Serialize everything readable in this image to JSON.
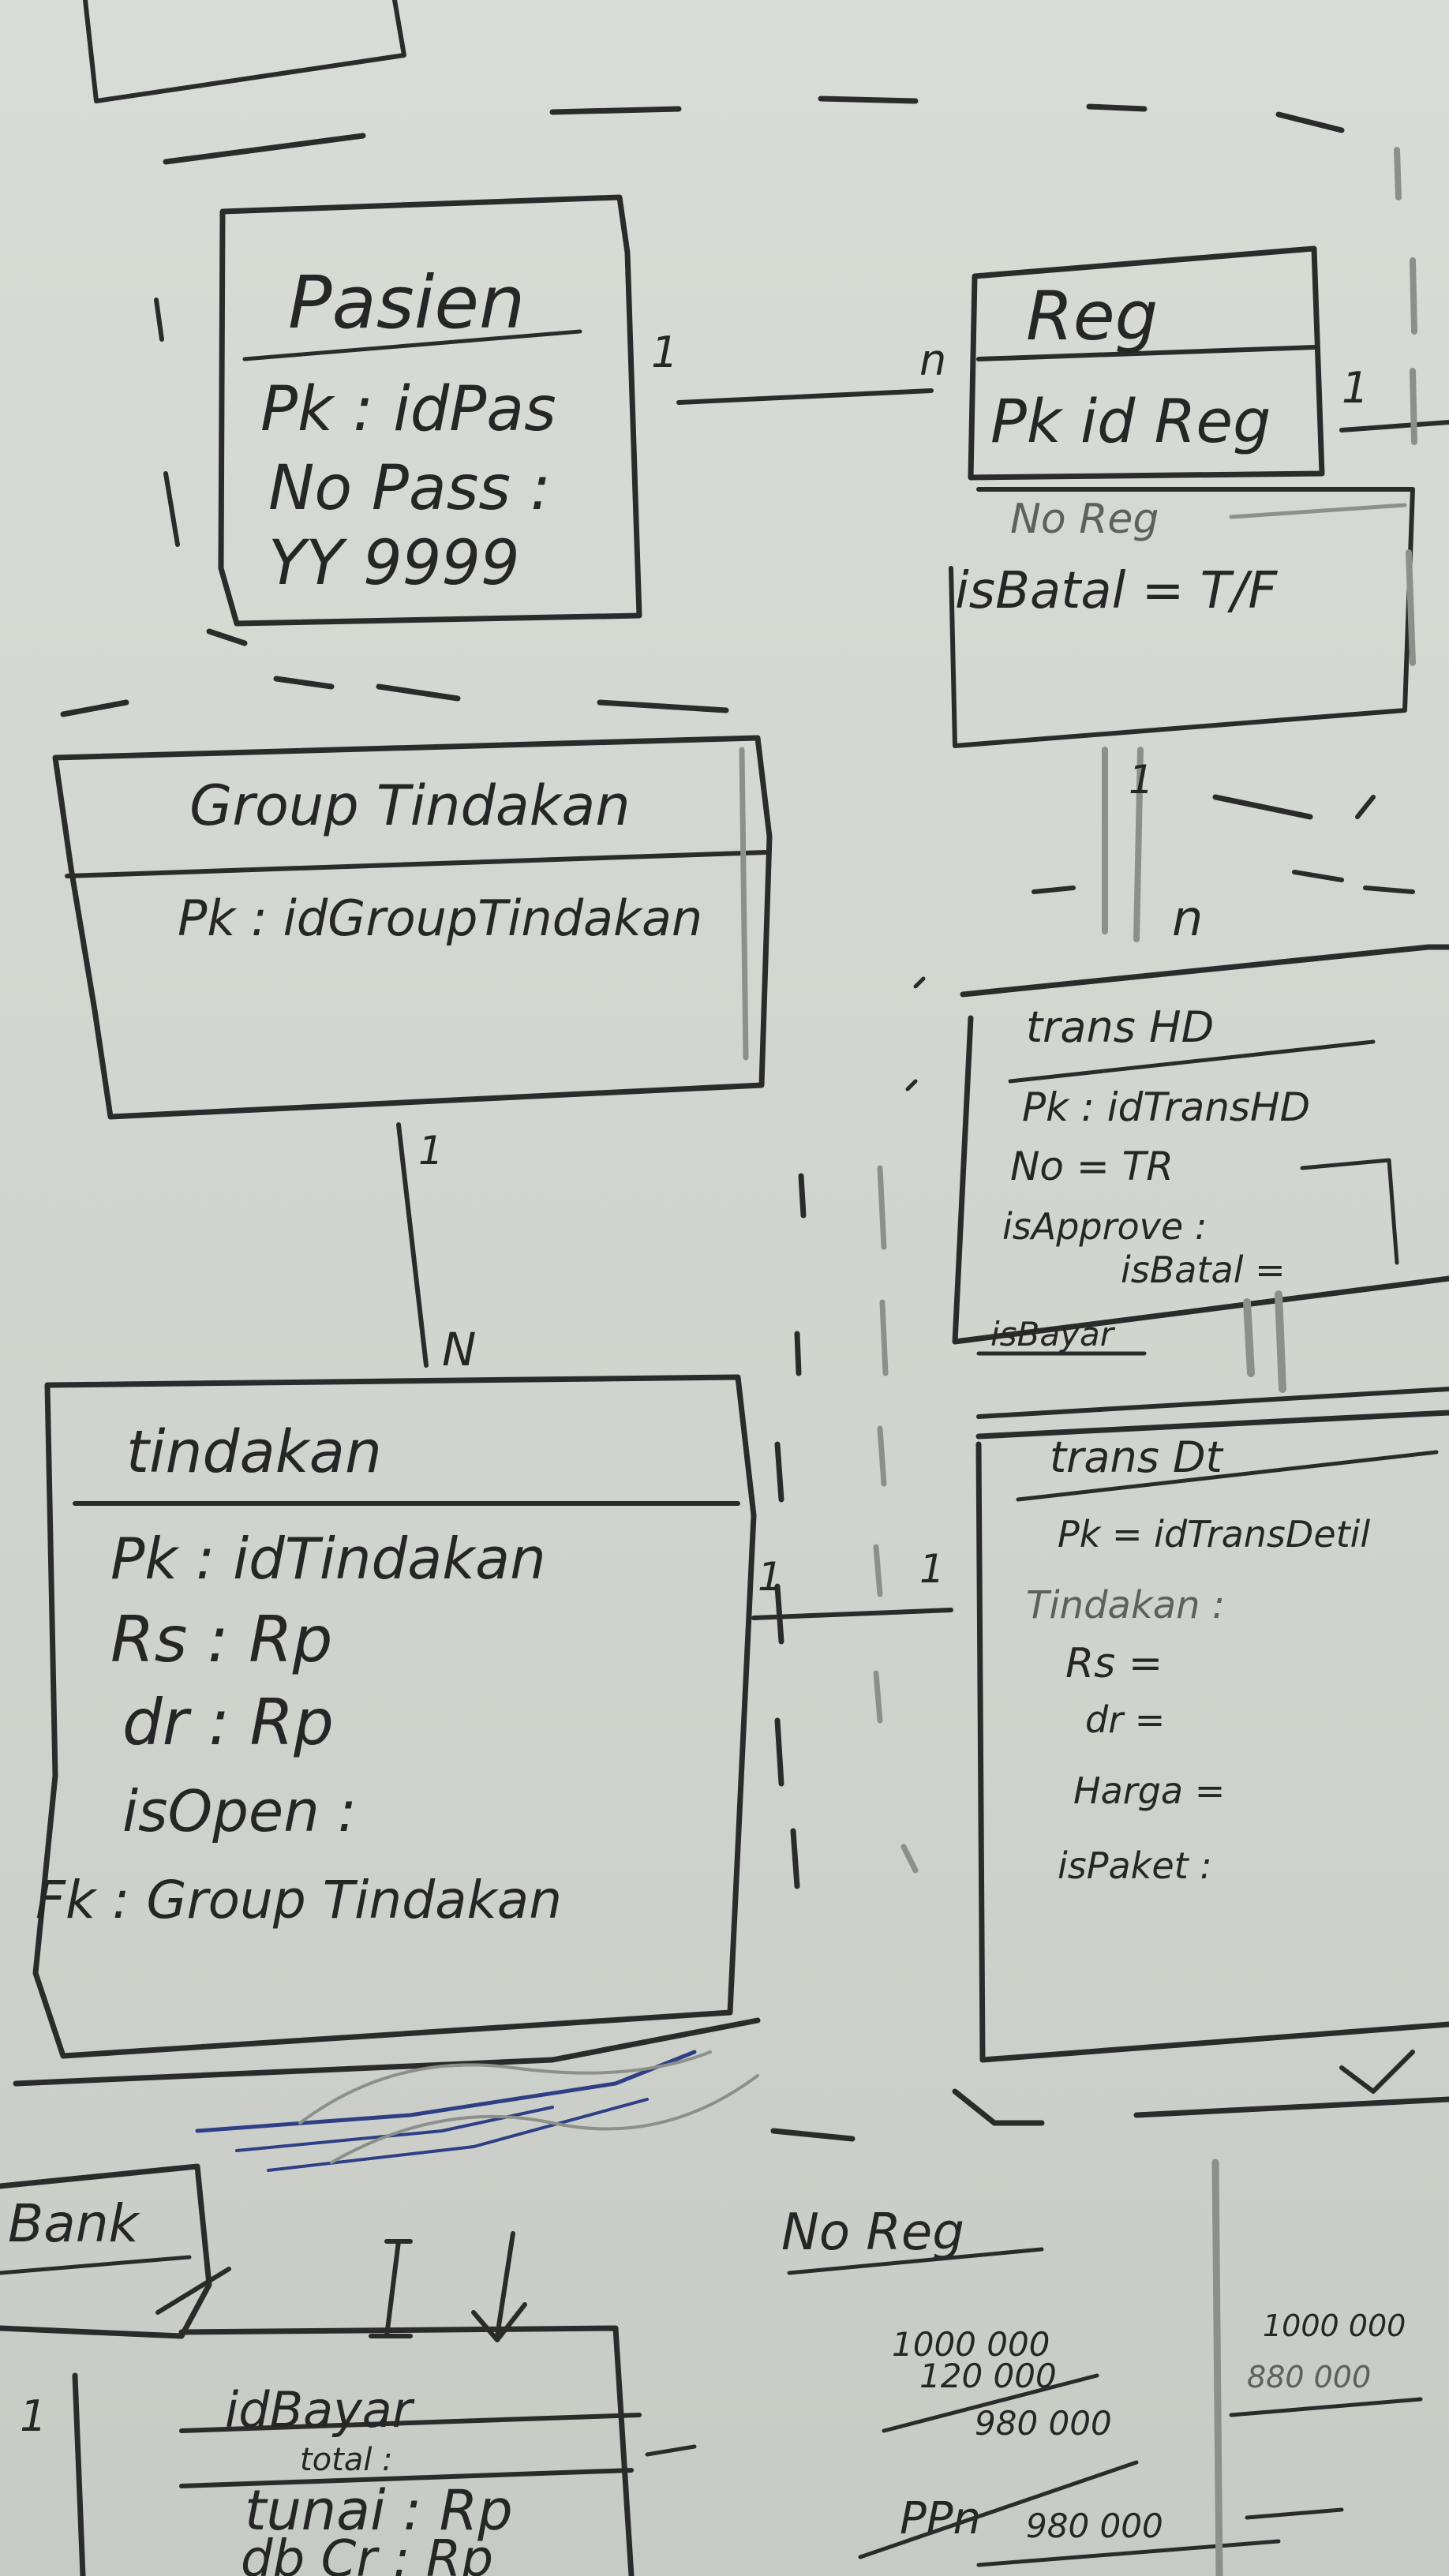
{
  "entities": {
    "pasien": {
      "title": "Pasien",
      "fields": [
        "Pk : idPas",
        "No Pass :",
        "YY 9999"
      ]
    },
    "reg": {
      "title": "Reg",
      "fields": [
        "Pk  id Reg",
        "No Reg",
        "isBatal  = T/F"
      ]
    },
    "group_tindakan": {
      "title": "Group Tindakan",
      "fields": [
        "Pk : idGroupTindakan"
      ]
    },
    "trans_hd": {
      "title": "trans HD",
      "fields": [
        "Pk : idTransHD",
        "No = TR",
        "isApprove :",
        "isBatal =",
        "isBayar"
      ]
    },
    "tindakan": {
      "title": "tindakan",
      "fields": [
        "Pk : idTindakan",
        "Rs : Rp",
        "dr : Rp",
        "isOpen :",
        "Fk : Group Tindakan"
      ]
    },
    "trans_dt": {
      "title": "trans Dt",
      "fields": [
        "Pk = idTransDetil",
        "Tindakan :",
        "Rs =",
        "dr =",
        "Harga =",
        "isPaket :"
      ]
    },
    "bank": {
      "title": "Bank"
    },
    "bayar": {
      "title": "idBayar",
      "fields": [
        "total :",
        "tunai : Rp",
        "db Cr : Rp"
      ]
    }
  },
  "cardinalities": {
    "pasien_reg_left": "1",
    "pasien_reg_right": "n",
    "reg_right": "1",
    "reg_transhd_top": "1",
    "reg_transhd_bottom": "n",
    "group_top": "1",
    "group_bottom": "N",
    "tindakan_transdt_left": "1",
    "tindakan_transdt_right": "1",
    "bank_left": "1"
  },
  "notes": {
    "no_reg": "No Reg",
    "bottom_left_stack": [
      "1000 000",
      "120 000",
      "980 000"
    ],
    "ppn": "PPn",
    "ppn_value": "980 000",
    "bottom_right_stack": [
      "1000 000",
      "880 000"
    ]
  }
}
